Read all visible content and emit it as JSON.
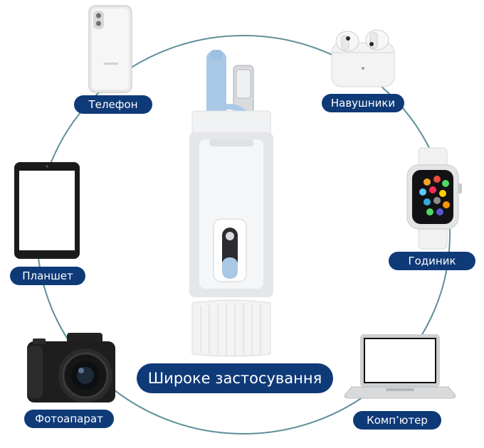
{
  "colors": {
    "navy": "#0f3a78",
    "ring": "#5f8f9a",
    "accent_blue": "#a9c8e6"
  },
  "labels": {
    "phone": "Телефон",
    "earbuds": "Навушники",
    "tablet": "Планшет",
    "watch": "Годиник",
    "camera": "Фотоапарат",
    "laptop": "Комп’ютер",
    "center": "Широке застосування"
  },
  "icons": [
    "smartphone-icon",
    "earbuds-icon",
    "tablet-icon",
    "smartwatch-icon",
    "camera-icon",
    "laptop-icon",
    "cleaning-kit-image"
  ]
}
